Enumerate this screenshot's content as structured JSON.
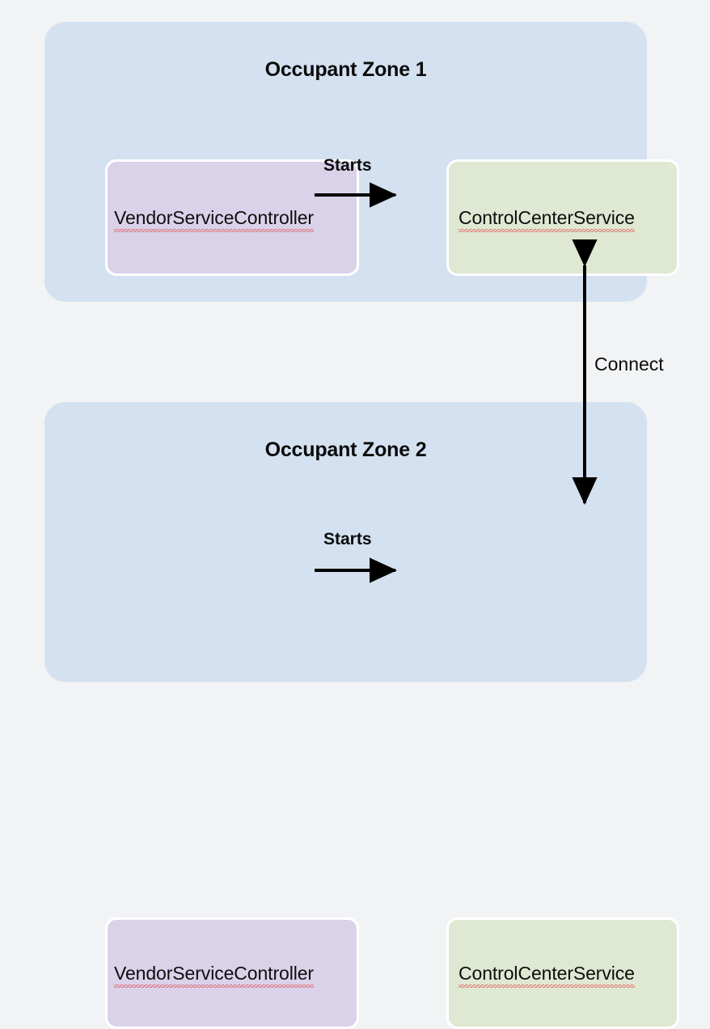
{
  "diagram": {
    "title_hidden": "",
    "background_color": "#f1f3f5",
    "zones": [
      {
        "id": "zone-1",
        "title": "Occupant Zone 1",
        "color": "#d4e1f0",
        "nodes": [
          {
            "id": "node-vsc-1",
            "label": "VendorServiceController",
            "color": "#d9d2e9",
            "misspelled": true
          },
          {
            "id": "node-ccs-1",
            "label": "ControlCenterService",
            "color": "#dfe8d2",
            "misspelled": true
          }
        ],
        "edge_label": "Starts"
      },
      {
        "id": "zone-2",
        "title": "Occupant Zone 2",
        "color": "#d4e1f0",
        "nodes": [
          {
            "id": "node-vsc-2",
            "label": "VendorServiceController",
            "color": "#d9d2e9",
            "misspelled": true
          },
          {
            "id": "node-ccs-2",
            "label": "ControlCenterService",
            "color": "#dfe8d2",
            "misspelled": true
          }
        ],
        "edge_label": "Starts"
      }
    ],
    "edges": [
      {
        "id": "starts-1",
        "from": "node-vsc-1",
        "to": "node-ccs-1",
        "label": "Starts",
        "direction": "one-way",
        "orientation": "horizontal"
      },
      {
        "id": "starts-2",
        "from": "node-vsc-2",
        "to": "node-ccs-2",
        "label": "Starts",
        "direction": "one-way",
        "orientation": "horizontal"
      },
      {
        "id": "connect",
        "from": "node-ccs-1",
        "to": "node-ccs-2",
        "label": "Connect",
        "direction": "two-way",
        "orientation": "vertical"
      }
    ],
    "edge_color": "#000000"
  }
}
